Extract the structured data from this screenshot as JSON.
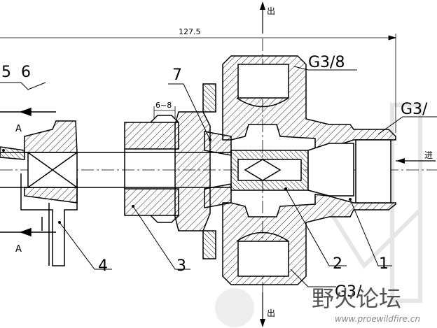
{
  "dimensions": {
    "overall_length": "127.5",
    "gap": "6~8"
  },
  "thread_labels": {
    "top_port": "G3/8",
    "right_port": "G3/",
    "bottom_port": "G3/"
  },
  "part_numbers": {
    "p1": "1",
    "p2": "2",
    "p3": "3",
    "p4": "4",
    "p5": "5",
    "p6": "6",
    "p7": "7"
  },
  "section_marks": {
    "upper": "A",
    "lower": "A"
  },
  "flow_labels": {
    "top_out": "出",
    "bottom_out": "出",
    "right_in": "进"
  },
  "watermark": {
    "brand": "野火论坛",
    "url": "www.proewildfire.cn"
  },
  "colors": {
    "line": "#000000",
    "background": "#ffffff",
    "watermark": "#c8c8c8"
  }
}
